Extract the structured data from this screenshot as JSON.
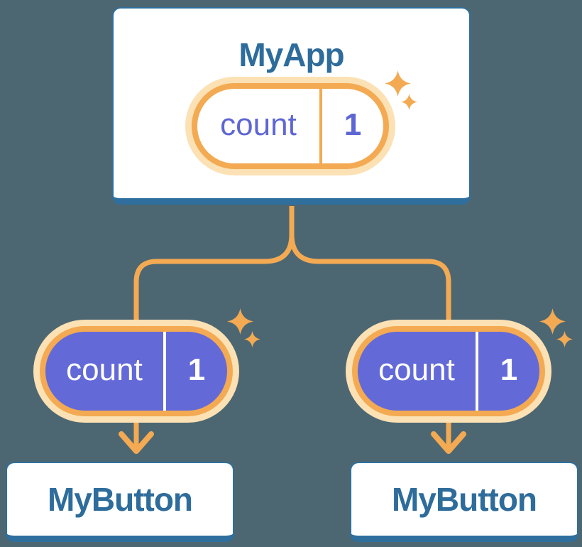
{
  "diagram": {
    "root": {
      "title": "MyApp",
      "state": {
        "label": "count",
        "value": "1"
      }
    },
    "children": [
      {
        "title": "MyButton",
        "prop": {
          "label": "count",
          "value": "1"
        }
      },
      {
        "title": "MyButton",
        "prop": {
          "label": "count",
          "value": "1"
        }
      }
    ],
    "icons": [
      "sparkle-icon"
    ],
    "colors": {
      "background": "#4D6772",
      "card-bg": "#FFFFFF",
      "blue": "#2F6F9E",
      "blue-text": "#2E6C9B",
      "orange": "#F3AA52",
      "halo": "#FBE1B4",
      "purple": "#636AD8",
      "purple-text": "#5E66D3"
    }
  }
}
